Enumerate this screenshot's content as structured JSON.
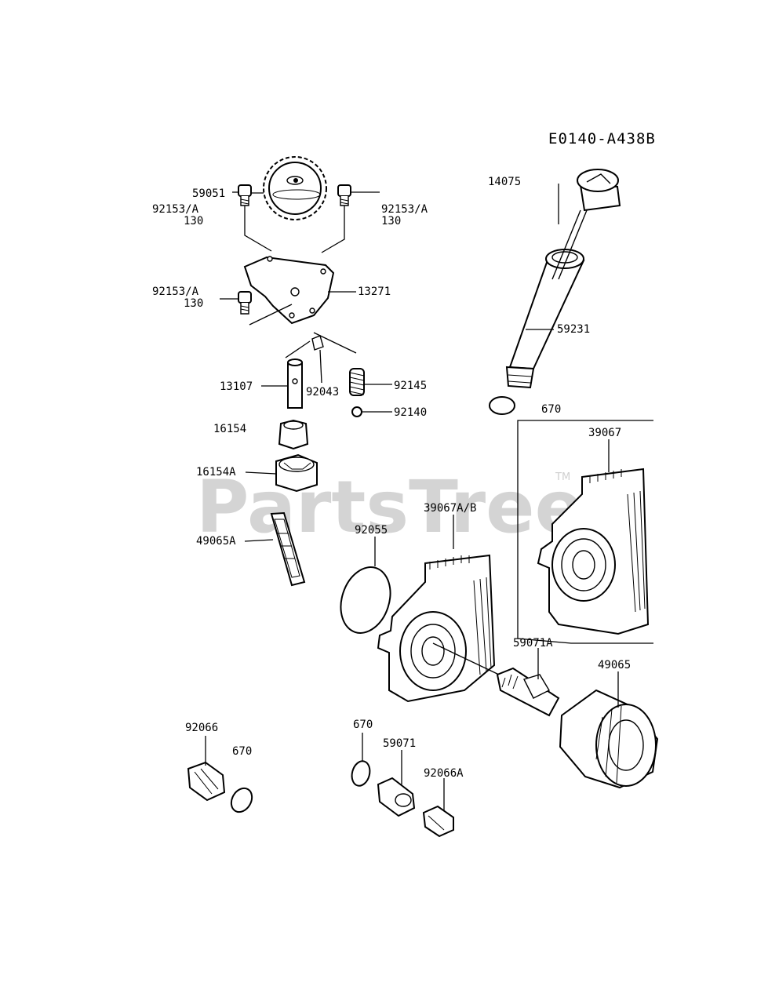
{
  "diagram_code": "E0140-A438B",
  "watermark": "PartsTree",
  "watermark_tm": "TM",
  "labels": {
    "p59051": "59051",
    "p92153_left": "92153/A",
    "p130_left": "130",
    "p92153_right": "92153/A",
    "p130_right": "130",
    "p92153_mid": "92153/A",
    "p130_mid": "130",
    "p13271": "13271",
    "p14075": "14075",
    "p59231": "59231",
    "p670_top": "670",
    "p39067": "39067",
    "p13107": "13107",
    "p92043": "92043",
    "p92145": "92145",
    "p92140": "92140",
    "p16154": "16154",
    "p16154A": "16154A",
    "p49065A": "49065A",
    "p92055": "92055",
    "p39067AB": "39067A/B",
    "p59071A": "59071A",
    "p49065": "49065",
    "p92066": "92066",
    "p670_left": "670",
    "p670_mid": "670",
    "p59071": "59071",
    "p92066A": "92066A"
  }
}
